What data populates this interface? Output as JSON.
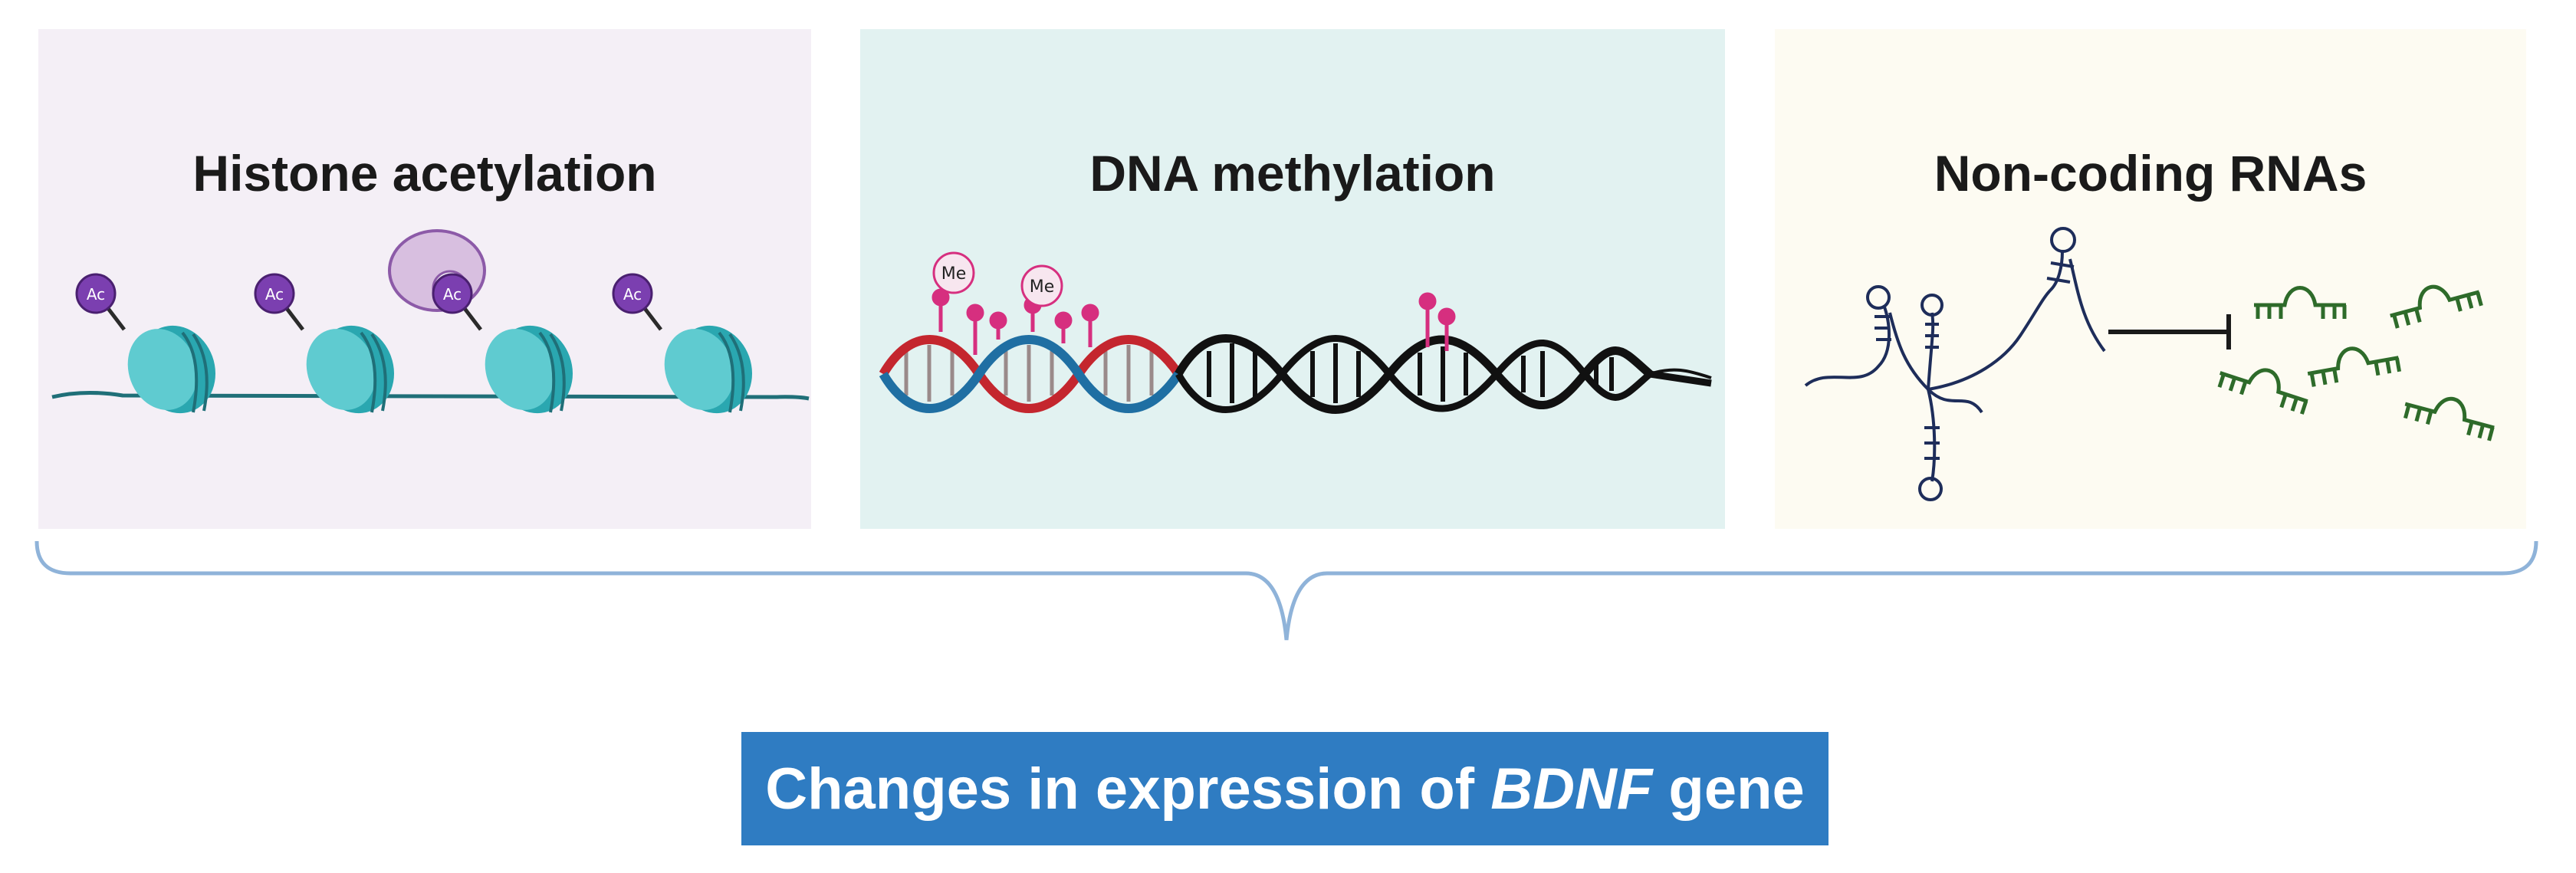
{
  "panels": {
    "histone": {
      "title": "Histone acetylation",
      "mark_label": "Ac"
    },
    "dna": {
      "title": "DNA methylation",
      "mark_label": "Me"
    },
    "rna": {
      "title": "Non-coding RNAs"
    }
  },
  "result": {
    "prefix": "Changes in expression of ",
    "gene": "BDNF",
    "suffix": " gene"
  },
  "colors": {
    "histone_bg": "#f4eff6",
    "dna_bg": "#e2f2f1",
    "rna_bg": "#fdfbf2",
    "nucleosome": "#3bbfc6",
    "dna_line": "#1f6f78",
    "acetyl": "#7b3fb0",
    "methyl": "#d62f7f",
    "strand_red": "#c4262e",
    "strand_blue": "#1f6fa3",
    "rna_navy": "#1e2d5a",
    "mirna_green": "#2e6b2a",
    "brace": "#8fb3d9",
    "result_box": "#2f7cc2"
  }
}
